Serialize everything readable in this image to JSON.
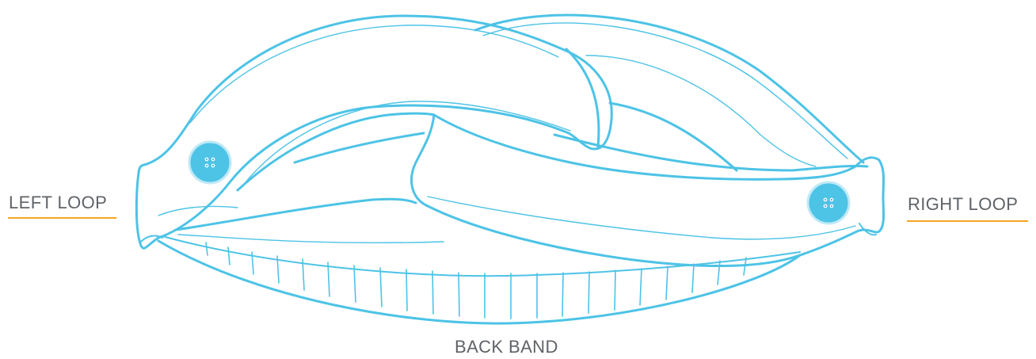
{
  "labels": {
    "left_loop": "LEFT LOOP",
    "right_loop": "RIGHT LOOP",
    "back_band": "BACK BAND"
  },
  "colors": {
    "outline": "#4dc3e6",
    "button_fill": "#4dc3e6",
    "underline": "#f5a623",
    "label_text": "#5f6368",
    "background": "#ffffff"
  },
  "icons": {
    "left_button": "four-hole-button-icon",
    "right_button": "four-hole-button-icon"
  }
}
